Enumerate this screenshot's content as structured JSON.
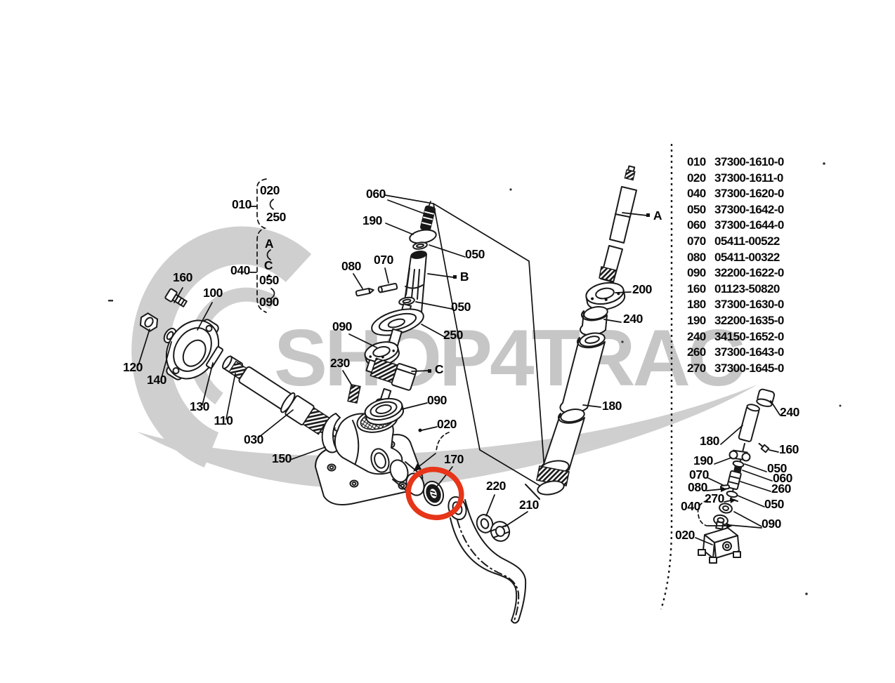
{
  "watermark": {
    "text": "SHOP4TRAC"
  },
  "highlight": {
    "color": "#e63518",
    "highlighted_callout": "170"
  },
  "parts_list": {
    "rows": [
      {
        "ref": "010",
        "part": "37300-1610-0"
      },
      {
        "ref": "020",
        "part": "37300-1611-0"
      },
      {
        "ref": "040",
        "part": "37300-1620-0"
      },
      {
        "ref": "050",
        "part": "37300-1642-0"
      },
      {
        "ref": "060",
        "part": "37300-1644-0"
      },
      {
        "ref": "070",
        "part": "05411-00522"
      },
      {
        "ref": "080",
        "part": "05411-00322"
      },
      {
        "ref": "090",
        "part": "32200-1622-0"
      },
      {
        "ref": "160",
        "part": "01123-50820"
      },
      {
        "ref": "180",
        "part": "37300-1630-0"
      },
      {
        "ref": "190",
        "part": "32200-1635-0"
      },
      {
        "ref": "240",
        "part": "34150-1652-0"
      },
      {
        "ref": "260",
        "part": "37300-1643-0"
      },
      {
        "ref": "270",
        "part": "37300-1645-0"
      }
    ]
  },
  "diagram": {
    "callouts": [
      {
        "t": "010"
      },
      {
        "t": "020"
      },
      {
        "t": "250"
      },
      {
        "t": "A"
      },
      {
        "t": "C"
      },
      {
        "t": "050"
      },
      {
        "t": "090"
      },
      {
        "t": "040"
      },
      {
        "t": "160"
      },
      {
        "t": "100"
      },
      {
        "t": "120"
      },
      {
        "t": "140"
      },
      {
        "t": "130"
      },
      {
        "t": "110"
      },
      {
        "t": "030"
      },
      {
        "t": "150"
      },
      {
        "t": "060"
      },
      {
        "t": "190"
      },
      {
        "t": "050"
      },
      {
        "t": "070"
      },
      {
        "t": "080"
      },
      {
        "t": "B"
      },
      {
        "t": "050"
      },
      {
        "t": "090"
      },
      {
        "t": "250"
      },
      {
        "t": "230"
      },
      {
        "t": "C"
      },
      {
        "t": "090"
      },
      {
        "t": "020"
      },
      {
        "t": "170"
      },
      {
        "t": "220"
      },
      {
        "t": "210"
      },
      {
        "t": "A"
      },
      {
        "t": "200"
      },
      {
        "t": "240"
      },
      {
        "t": "180"
      },
      {
        "t": "240"
      },
      {
        "t": "180"
      },
      {
        "t": "160"
      },
      {
        "t": "190"
      },
      {
        "t": "050"
      },
      {
        "t": "070"
      },
      {
        "t": "060"
      },
      {
        "t": "080"
      },
      {
        "t": "260"
      },
      {
        "t": "270"
      },
      {
        "t": "050"
      },
      {
        "t": "040"
      },
      {
        "t": "090"
      },
      {
        "t": "020"
      }
    ]
  }
}
